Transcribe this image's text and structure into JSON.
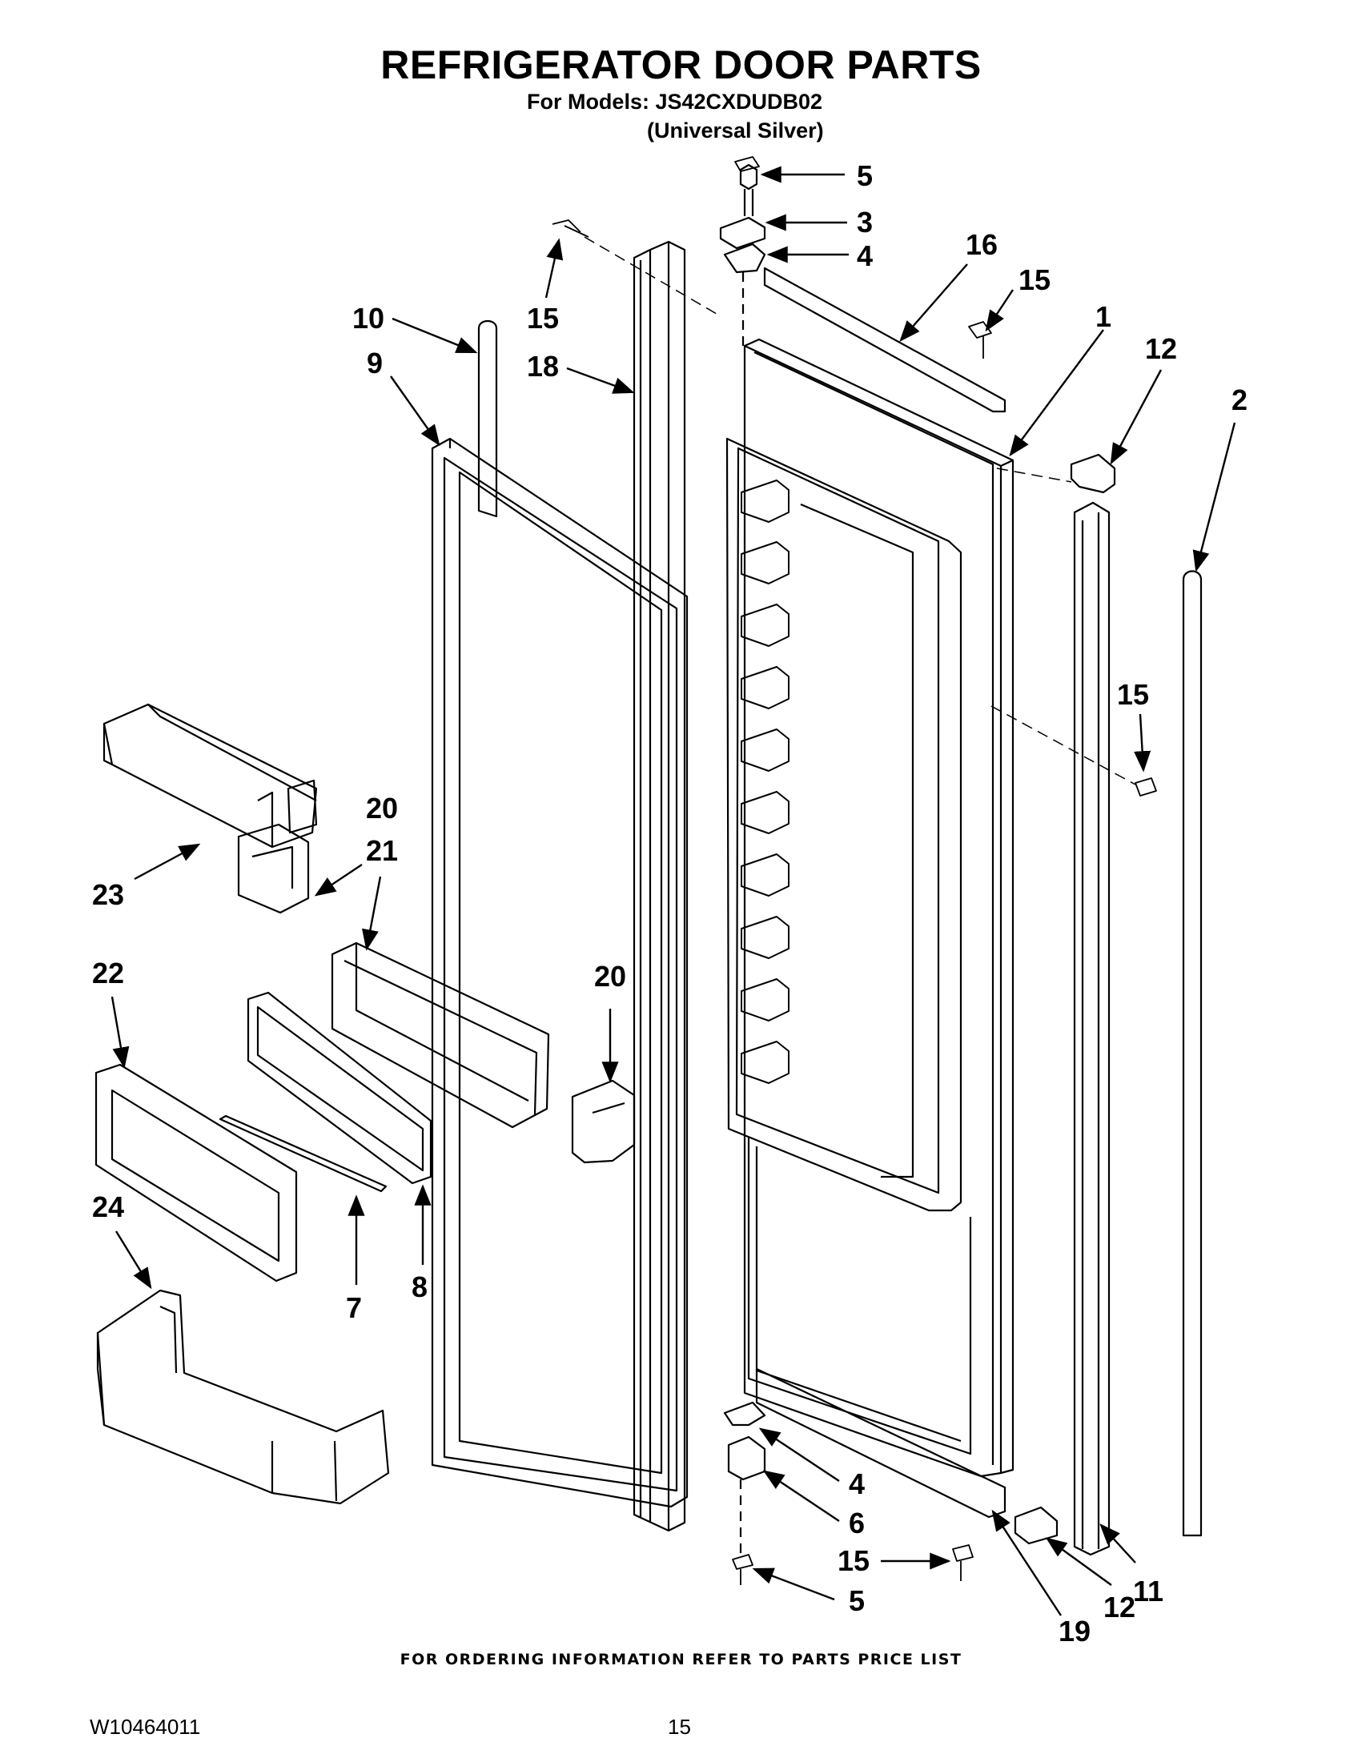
{
  "header": {
    "title": "REFRIGERATOR DOOR PARTS",
    "models_line": "For Models: JS42CXDUDB02",
    "color_line": "(Universal Silver)"
  },
  "callouts": {
    "c5_top": "5",
    "c3": "3",
    "c4_top": "4",
    "c16": "16",
    "c15_a": "15",
    "c15_b": "15",
    "c1": "1",
    "c12_top": "12",
    "c10": "10",
    "c18": "18",
    "c9": "9",
    "c2": "2",
    "c15_c": "15",
    "c20_a": "20",
    "c21": "21",
    "c23": "23",
    "c22": "22",
    "c20_b": "20",
    "c24": "24",
    "c7": "7",
    "c8": "8",
    "c4_bot": "4",
    "c6": "6",
    "c15_d": "15",
    "c5_bot": "5",
    "c19": "19",
    "c12_bot": "12",
    "c11": "11"
  },
  "footer": {
    "ordering_note": "FOR ORDERING INFORMATION REFER TO PARTS PRICE LIST",
    "doc_number": "W10464011",
    "page_number": "15"
  }
}
